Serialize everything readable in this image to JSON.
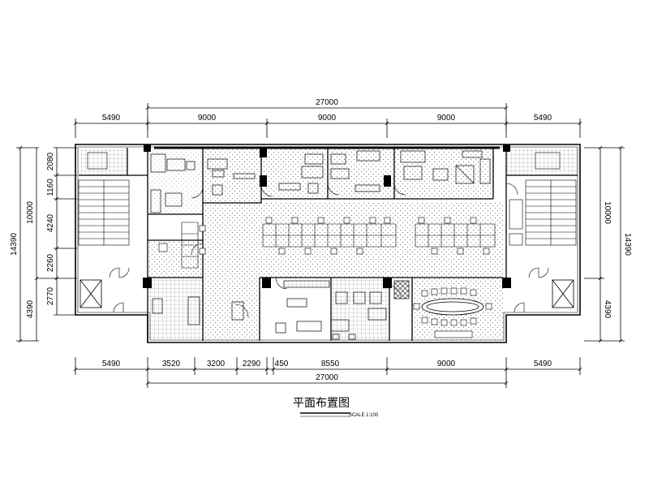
{
  "dimensions": {
    "top_overall": "27000",
    "top_segments": [
      "5490",
      "9000",
      "9000",
      "9000",
      "5490"
    ],
    "bottom_segments": [
      "5490",
      "3520",
      "3200",
      "2290",
      "450",
      "8550",
      "9000",
      "5490"
    ],
    "bottom_overall": "27000",
    "left_overall": "14390",
    "left_upper": "10000",
    "left_lower": "4390",
    "left_segments": [
      "2080",
      "1160",
      "4240",
      "2260",
      "2770"
    ],
    "right_upper": "10000",
    "right_lower": "4390",
    "right_overall": "14390"
  },
  "title": {
    "text": "平面布置图",
    "scale": "SCALE 1:100"
  },
  "colors": {
    "line": "#000000",
    "background": "#ffffff",
    "hatch": "#555555"
  }
}
